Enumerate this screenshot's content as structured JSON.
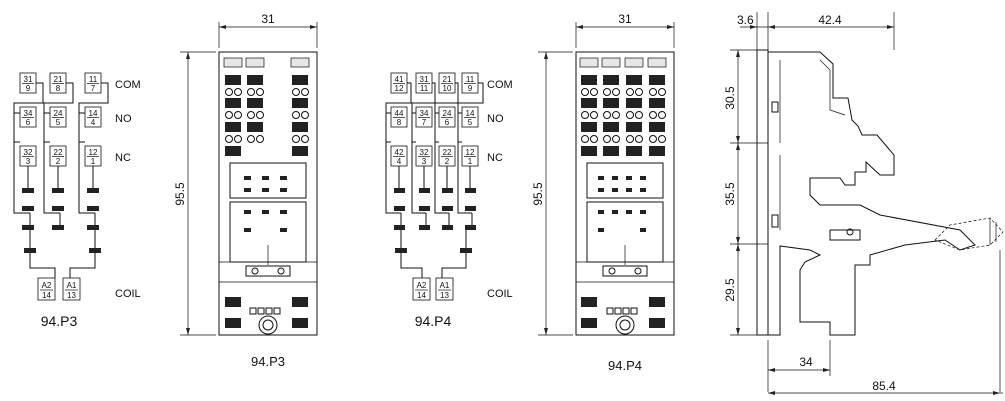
{
  "schematic_p3": {
    "contact_columns": [
      {
        "com": [
          "31",
          "9"
        ],
        "no": [
          "34",
          "6"
        ],
        "nc": [
          "32",
          "3"
        ]
      },
      {
        "com": [
          "21",
          "8"
        ],
        "no": [
          "24",
          "5"
        ],
        "nc": [
          "22",
          "2"
        ]
      },
      {
        "com": [
          "11",
          "7"
        ],
        "no": [
          "14",
          "4"
        ],
        "nc": [
          "12",
          "1"
        ]
      }
    ],
    "coil_terminals": [
      [
        "A2",
        "14"
      ],
      [
        "A1",
        "13"
      ]
    ],
    "labels": {
      "com": "COM",
      "no": "NO",
      "nc": "NC",
      "coil": "COIL"
    },
    "model": "94.P3"
  },
  "schematic_p4": {
    "contact_columns": [
      {
        "com": [
          "41",
          "12"
        ],
        "no": [
          "44",
          "8"
        ],
        "nc": [
          "42",
          "4"
        ]
      },
      {
        "com": [
          "31",
          "11"
        ],
        "no": [
          "34",
          "7"
        ],
        "nc": [
          "32",
          "3"
        ]
      },
      {
        "com": [
          "21",
          "10"
        ],
        "no": [
          "24",
          "6"
        ],
        "nc": [
          "22",
          "2"
        ]
      },
      {
        "com": [
          "11",
          "9"
        ],
        "no": [
          "14",
          "5"
        ],
        "nc": [
          "12",
          "1"
        ]
      }
    ],
    "coil_terminals": [
      [
        "A2",
        "14"
      ],
      [
        "A1",
        "13"
      ]
    ],
    "labels": {
      "com": "COM",
      "no": "NO",
      "nc": "NC",
      "coil": "COIL"
    },
    "model": "94.P4"
  },
  "front_view_p3": {
    "width_dim": "31",
    "height_dim": "95.5",
    "model": "94.P3"
  },
  "front_view_p4": {
    "width_dim": "31",
    "height_dim": "95.5",
    "model": "94.P4"
  },
  "side_view": {
    "dims_top": [
      "3.6",
      "42.4"
    ],
    "dims_left": [
      "30.5",
      "35.5",
      "29.5"
    ],
    "dims_bottom": [
      "34",
      "85.4"
    ]
  }
}
